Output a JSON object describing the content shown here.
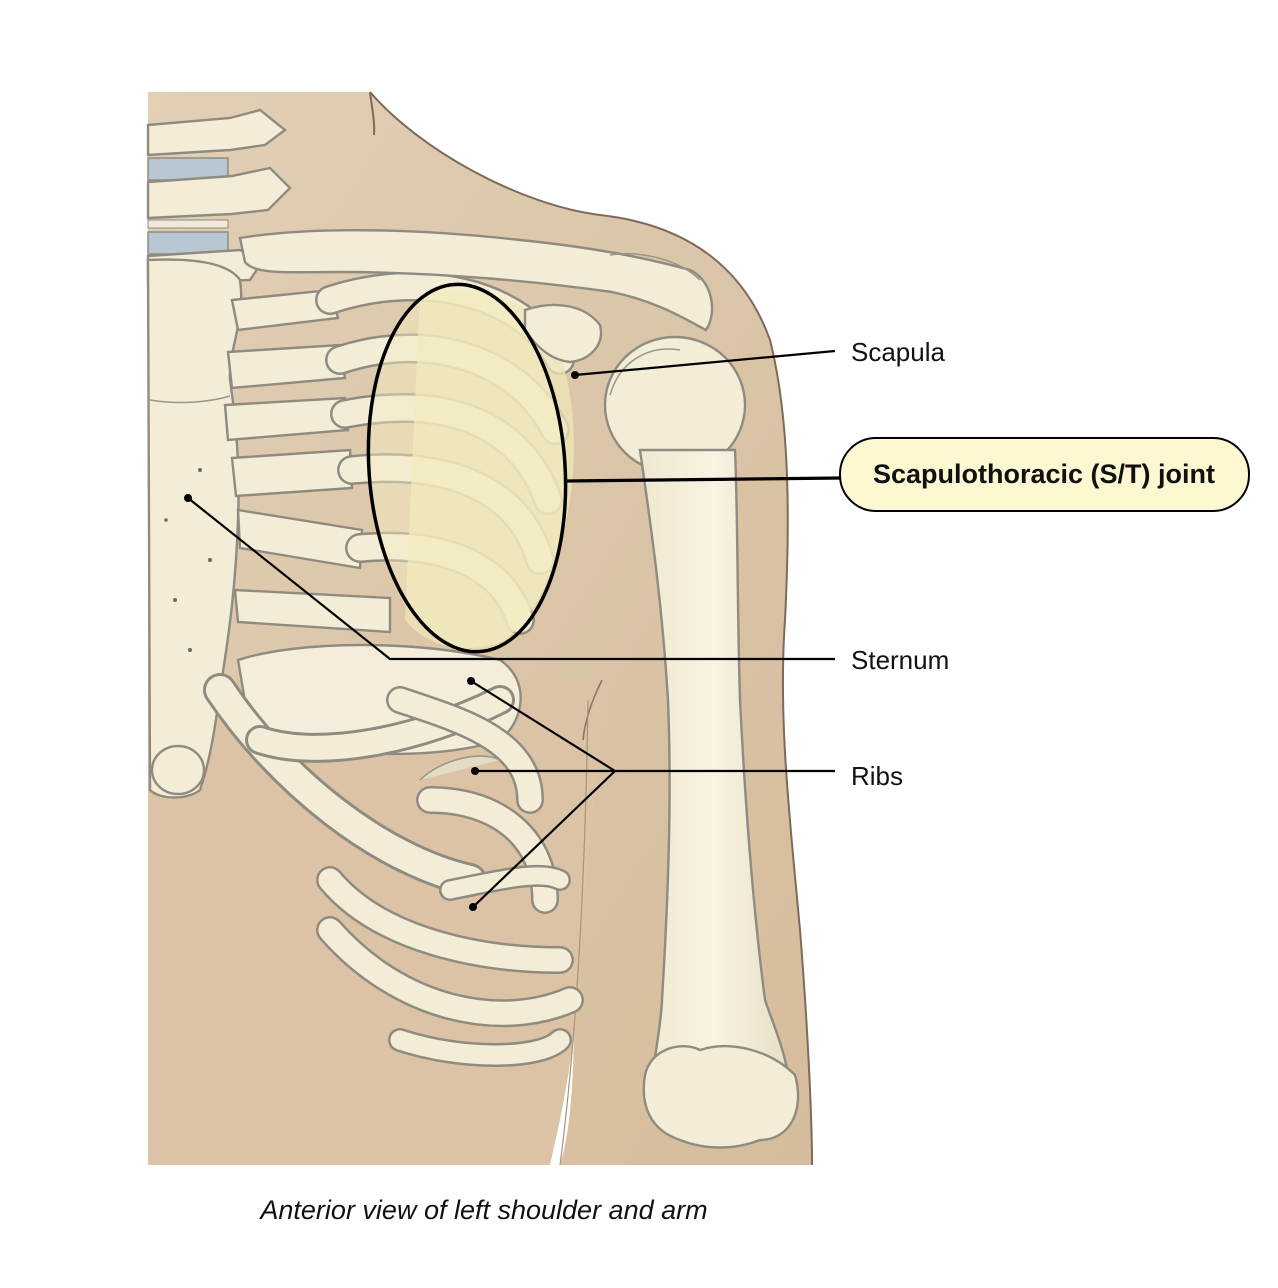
{
  "labels": {
    "scapula": "Scapula",
    "st_joint": "Scapulothoracic (S/T) joint",
    "sternum": "Sternum",
    "ribs": "Ribs"
  },
  "caption": "Anterior view of left shoulder and arm",
  "colors": {
    "skin": "#dcc6aa",
    "bone": "#f3ecd6",
    "highlight_fill": "#f6efc4",
    "label_box_fill": "#fdf7d2",
    "ink": "#000000"
  }
}
